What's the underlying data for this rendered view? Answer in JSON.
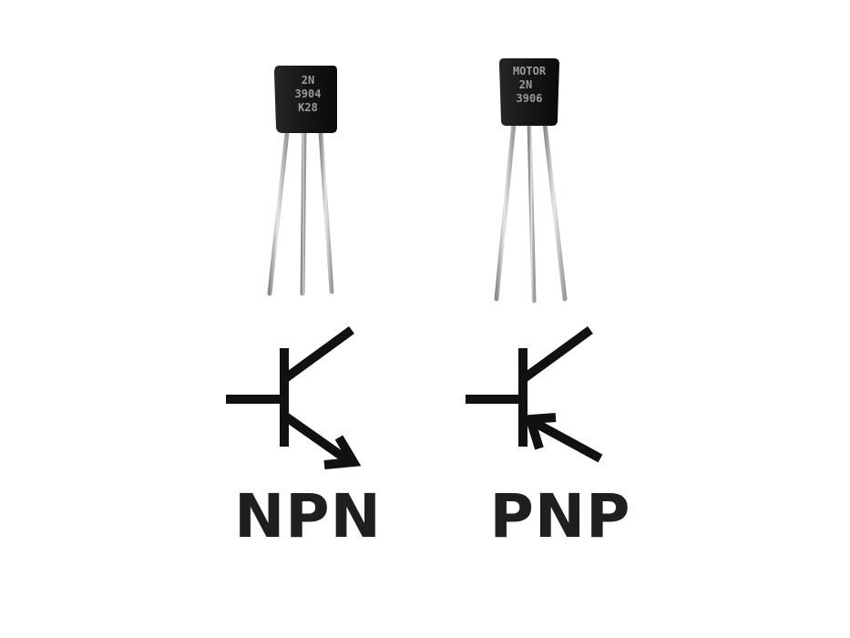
{
  "transistors": [
    {
      "type": "npn",
      "marking_lines": [
        "2N",
        "3904",
        "K28"
      ],
      "label": "NPN"
    },
    {
      "type": "pnp",
      "marking_lines": [
        "MOTOR",
        "2N",
        "3906"
      ],
      "label": "PNP"
    }
  ],
  "colors": {
    "symbol": "#111111",
    "label": "#1f1f1f",
    "body": "#141414",
    "lead": "#c8c8c8"
  }
}
